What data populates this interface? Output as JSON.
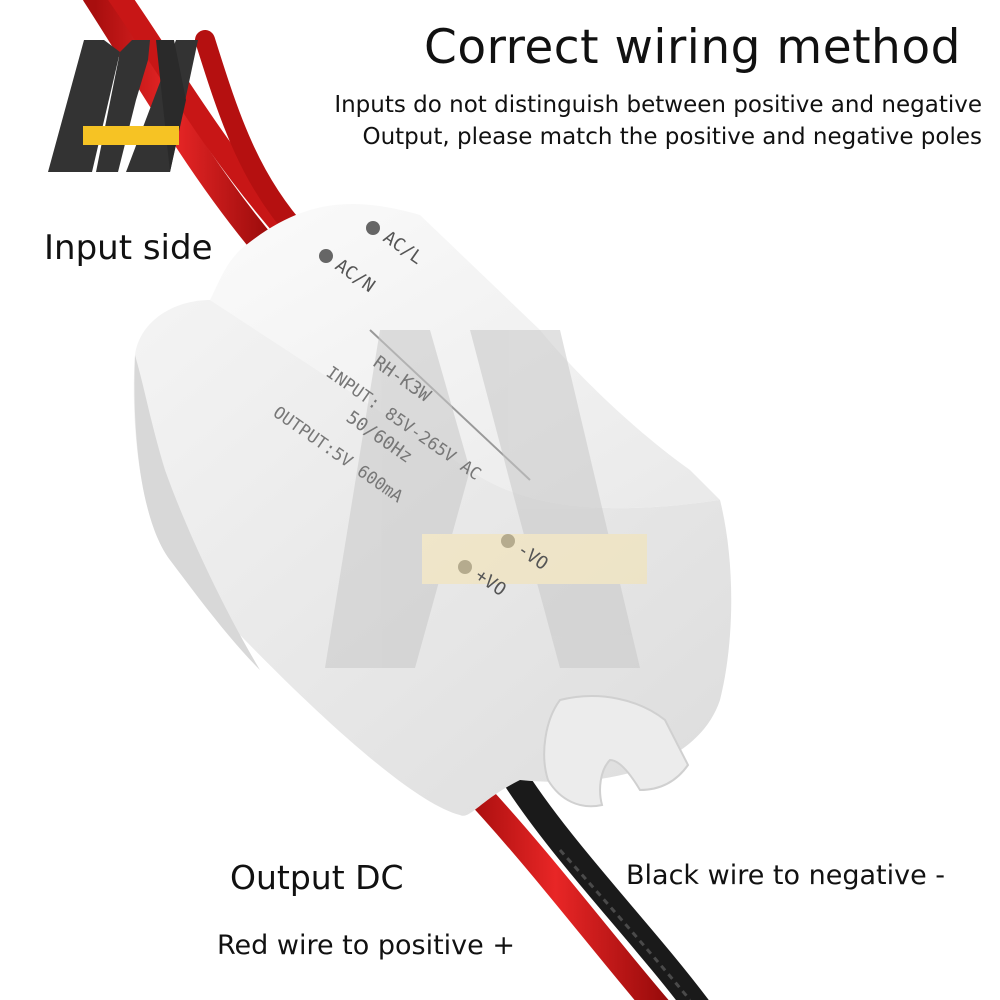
{
  "header": {
    "title": "Correct wiring method",
    "line1": "Inputs do not distinguish between positive and negative",
    "line2": "Output, please match the positive and negative poles"
  },
  "labels": {
    "input_side": "Input side",
    "output_dc": "Output DC",
    "black_wire": "Black wire to negative -",
    "red_wire": "Red wire to positive +"
  },
  "module_print": {
    "ac_l": "AC/L",
    "ac_n": "AC/N",
    "model": "RH-K3W",
    "input": "INPUT: 85V-265V AC",
    "freq": "50/60Hz",
    "output": "OUTPUT:5V 600mA",
    "neg": "-VO",
    "pos": "+VO"
  },
  "colors": {
    "red_wire": "#d61a1a",
    "black_wire": "#1a1a1a",
    "housing": "#f2f2f2",
    "logo_dark": "#333333",
    "logo_yellow": "#f6c324"
  }
}
